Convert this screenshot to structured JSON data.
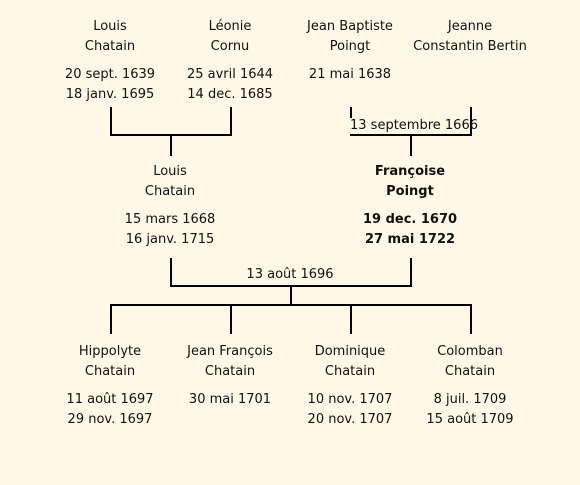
{
  "generation1": [
    {
      "first": "Louis",
      "last": "Chatain",
      "birth": "20 sept. 1639",
      "death": "18 janv. 1695"
    },
    {
      "first": "Léonie",
      "last": "Cornu",
      "birth": "25 avril 1644",
      "death": "14 dec. 1685"
    },
    {
      "first": "Jean Baptiste",
      "last": "Poingt",
      "birth": "21 mai 1638",
      "death": ""
    },
    {
      "first": "Jeanne",
      "last": "Constantin Bertin",
      "birth": "",
      "death": ""
    }
  ],
  "marriage1b": "13 septembre 1666",
  "generation2": [
    {
      "first": "Louis",
      "last": "Chatain",
      "birth": "15 mars 1668",
      "death": "16 janv. 1715"
    },
    {
      "first": "Françoise",
      "last": "Poingt",
      "birth": "19 dec. 1670",
      "death": "27 mai 1722"
    }
  ],
  "marriage2": "13 août 1696",
  "children": [
    {
      "first": "Hippolyte",
      "last": "Chatain",
      "birth": "11 août 1697",
      "death": "29 nov. 1697"
    },
    {
      "first": "Jean François",
      "last": "Chatain",
      "birth": "30 mai 1701",
      "death": ""
    },
    {
      "first": "Dominique",
      "last": "Chatain",
      "birth": "10 nov. 1707",
      "death": "20 nov. 1707"
    },
    {
      "first": "Colomban",
      "last": "Chatain",
      "birth": "8 juil. 1709",
      "death": "15 août 1709"
    }
  ]
}
